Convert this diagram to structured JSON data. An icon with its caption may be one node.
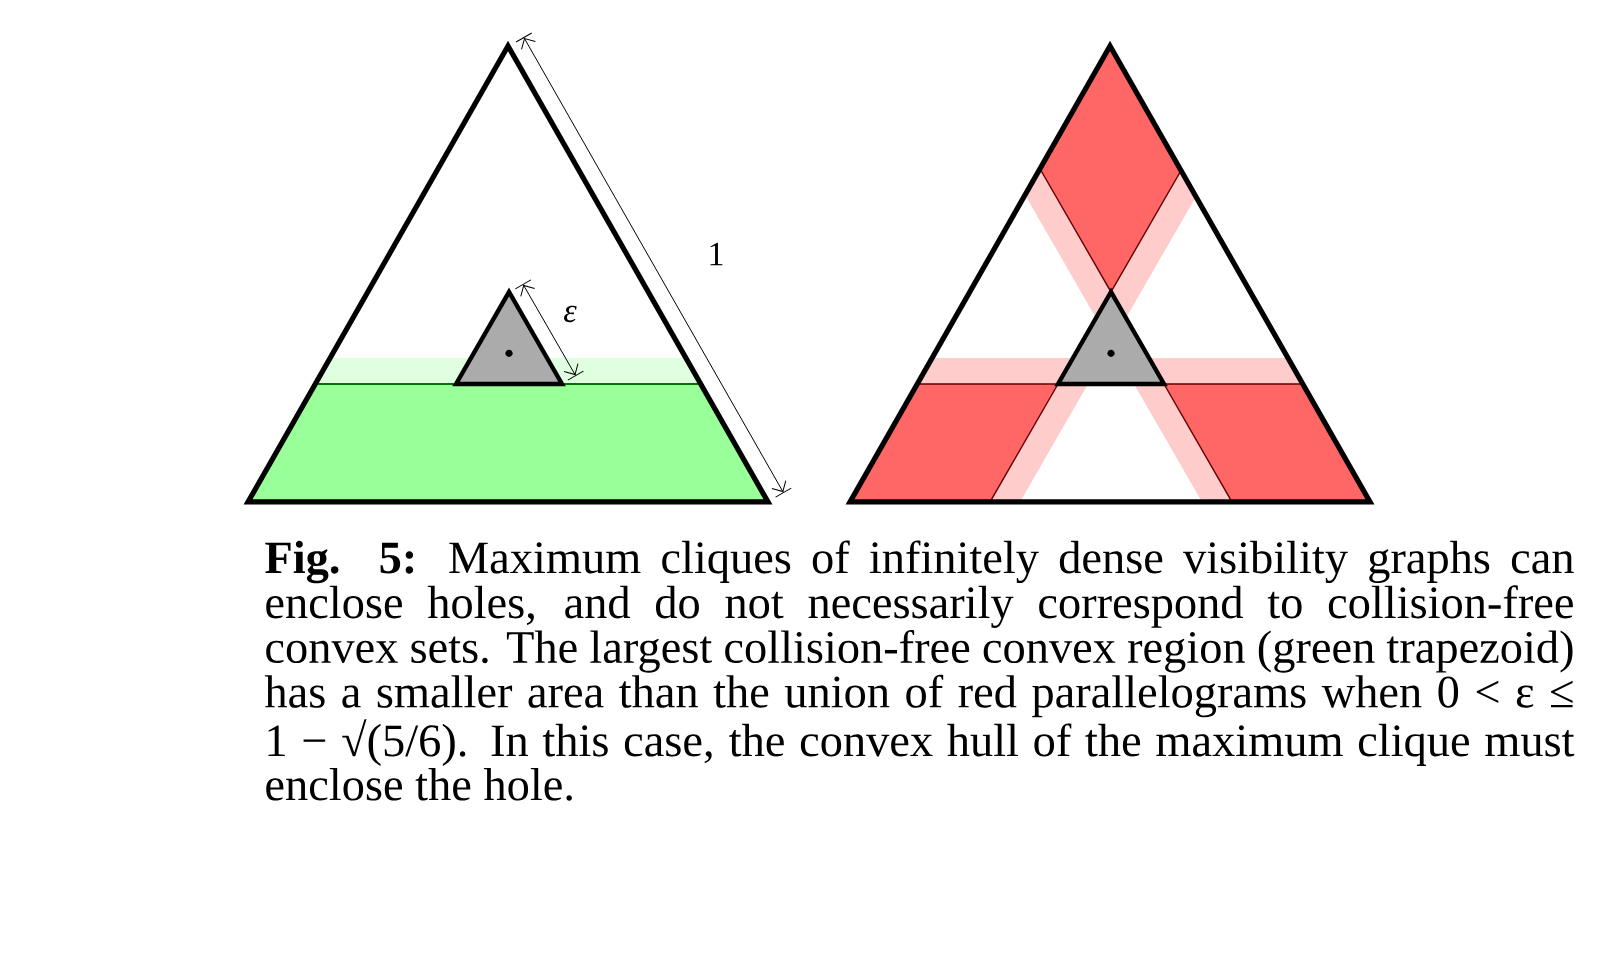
{
  "diagram": {
    "caption": "**Fig. 5:** Maximum cliques of infinitely dense visibility graphs can enclose holes, and do not necessarily correspond to collision-free convex sets. The largest collision-free convex region (green trapezoid) has a smaller area than the union of red parallelograms when 0 < ε ≤ 1 − √(5/6). In this case, the convex hull of the maximum clique must enclose the hole.",
    "labels": [
      "1",
      "ε"
    ]
  }
}
